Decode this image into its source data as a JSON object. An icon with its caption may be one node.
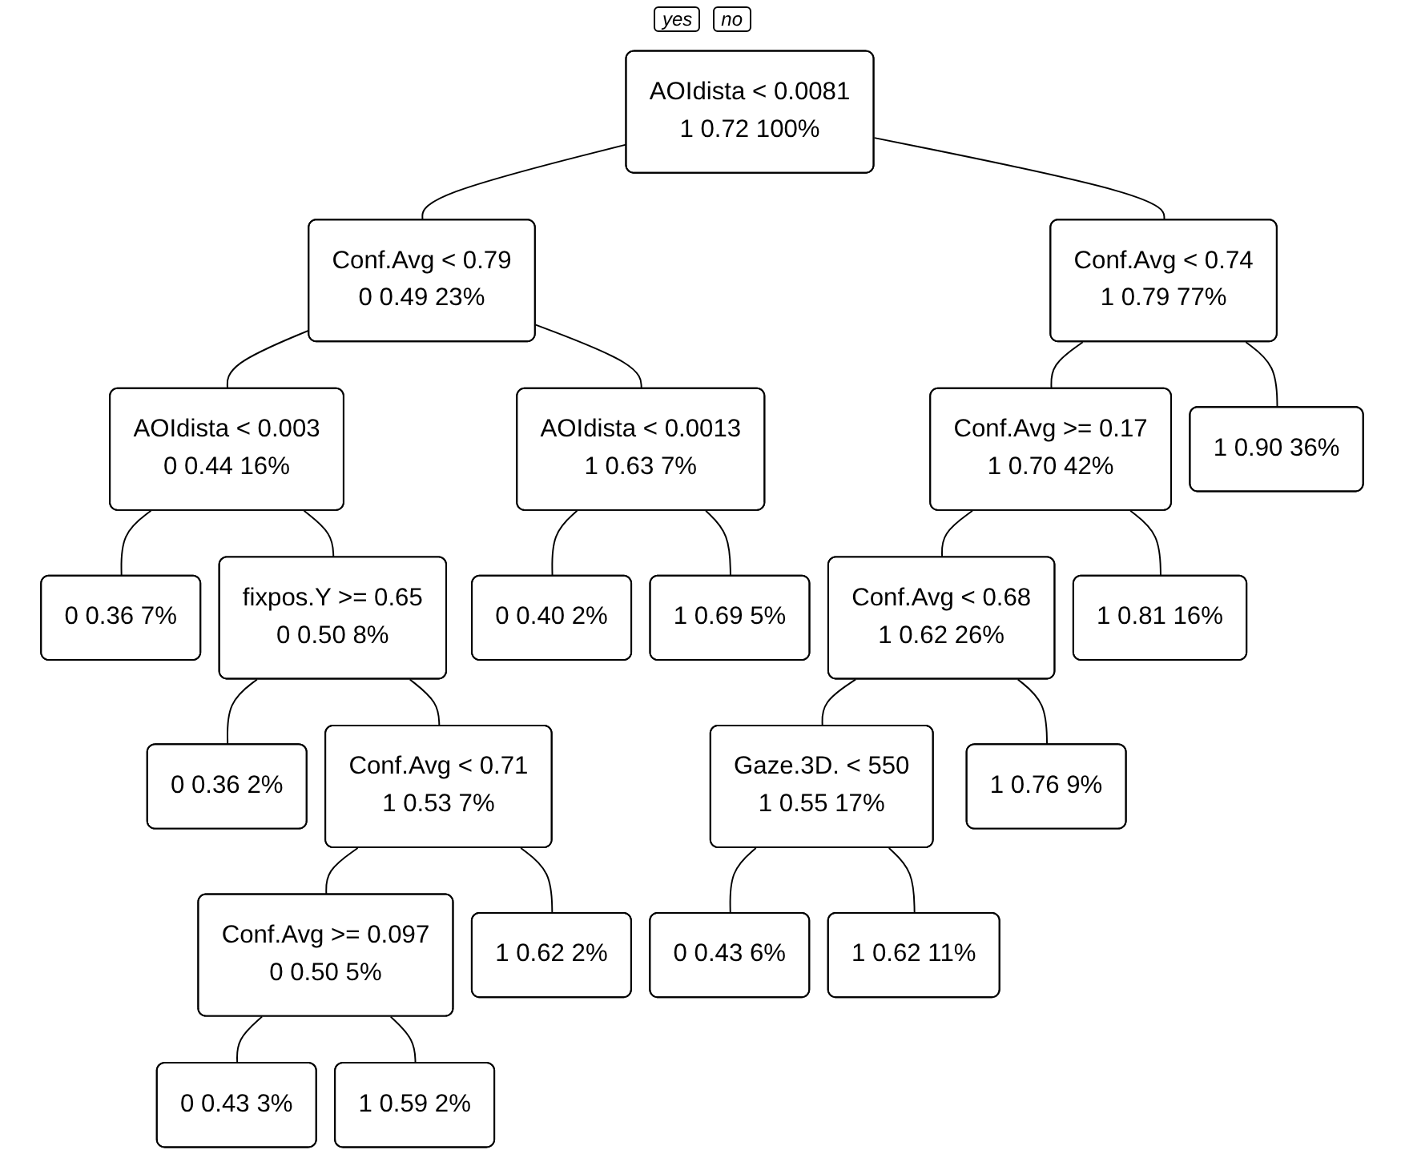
{
  "diagram": {
    "nodes": [
      {
        "text": [
          "AOIdista < 0.0081",
          "1 0.72 100%"
        ]
      },
      {
        "text": [
          "Conf.Avg < 0.79",
          "0 0.49 23%"
        ]
      },
      {
        "text": [
          "AOIdista < 0.003",
          "0 0.44 16%"
        ]
      },
      {
        "text": [
          "0 0.36 7%"
        ]
      },
      {
        "text": [
          "fixpos.Y >= 0.65",
          "0 0.50 8%"
        ]
      },
      {
        "text": [
          "0 0.36 2%"
        ]
      },
      {
        "text": [
          "Conf.Avg < 0.71",
          "1 0.53 7%"
        ]
      },
      {
        "text": [
          "Conf.Avg >= 0.097",
          "0 0.50 5%"
        ]
      },
      {
        "text": [
          "0 0.43 3%"
        ]
      },
      {
        "text": [
          "1 0.59 2%"
        ]
      },
      {
        "text": [
          "1 0.62 2%"
        ]
      },
      {
        "text": [
          "AOIdista < 0.0013",
          "1 0.63 7%"
        ]
      },
      {
        "text": [
          "0 0.40 2%"
        ]
      },
      {
        "text": [
          "1 0.69 5%"
        ]
      },
      {
        "text": [
          "Conf.Avg < 0.74",
          "1 0.79 77%"
        ]
      },
      {
        "text": [
          "Conf.Avg >= 0.17",
          "1 0.70 42%"
        ]
      },
      {
        "text": [
          "Conf.Avg < 0.68",
          "1 0.62 26%"
        ]
      },
      {
        "text": [
          "Gaze.3D. < 550",
          "1 0.55 17%"
        ]
      },
      {
        "text": [
          "0 0.43 6%"
        ]
      },
      {
        "text": [
          "1 0.62 11%"
        ]
      },
      {
        "text": [
          "1 0.76 9%"
        ]
      },
      {
        "text": [
          "1 0.81 16%"
        ]
      },
      {
        "text": [
          "1 0.90 36%"
        ]
      }
    ],
    "edges": [
      {
        "from": 0,
        "to": 1,
        "arrow": "none"
      },
      {
        "from": 1,
        "to": 2,
        "arrow": "none"
      },
      {
        "from": 2,
        "to": 3,
        "arrow": "none"
      },
      {
        "from": 2,
        "to": 4,
        "arrow": "none"
      },
      {
        "from": 4,
        "to": 5,
        "arrow": "none"
      },
      {
        "from": 4,
        "to": 6,
        "arrow": "none"
      },
      {
        "from": 6,
        "to": 7,
        "arrow": "none"
      },
      {
        "from": 7,
        "to": 8,
        "arrow": "none"
      },
      {
        "from": 7,
        "to": 9,
        "arrow": "none"
      },
      {
        "from": 6,
        "to": 10,
        "arrow": "none"
      },
      {
        "from": 1,
        "to": 11,
        "arrow": "none"
      },
      {
        "from": 11,
        "to": 12,
        "arrow": "none"
      },
      {
        "from": 11,
        "to": 13,
        "arrow": "none"
      },
      {
        "from": 0,
        "to": 14,
        "arrow": "none"
      },
      {
        "from": 14,
        "to": 15,
        "arrow": "none"
      },
      {
        "from": 15,
        "to": 16,
        "arrow": "none"
      },
      {
        "from": 16,
        "to": 17,
        "arrow": "none"
      },
      {
        "from": 17,
        "to": 18,
        "arrow": "none"
      },
      {
        "from": 17,
        "to": 19,
        "arrow": "none"
      },
      {
        "from": 16,
        "to": 20,
        "arrow": "none"
      },
      {
        "from": 15,
        "to": 21,
        "arrow": "none"
      },
      {
        "from": 14,
        "to": 22,
        "arrow": "none"
      }
    ],
    "labels": [
      "yes",
      "no"
    ]
  }
}
